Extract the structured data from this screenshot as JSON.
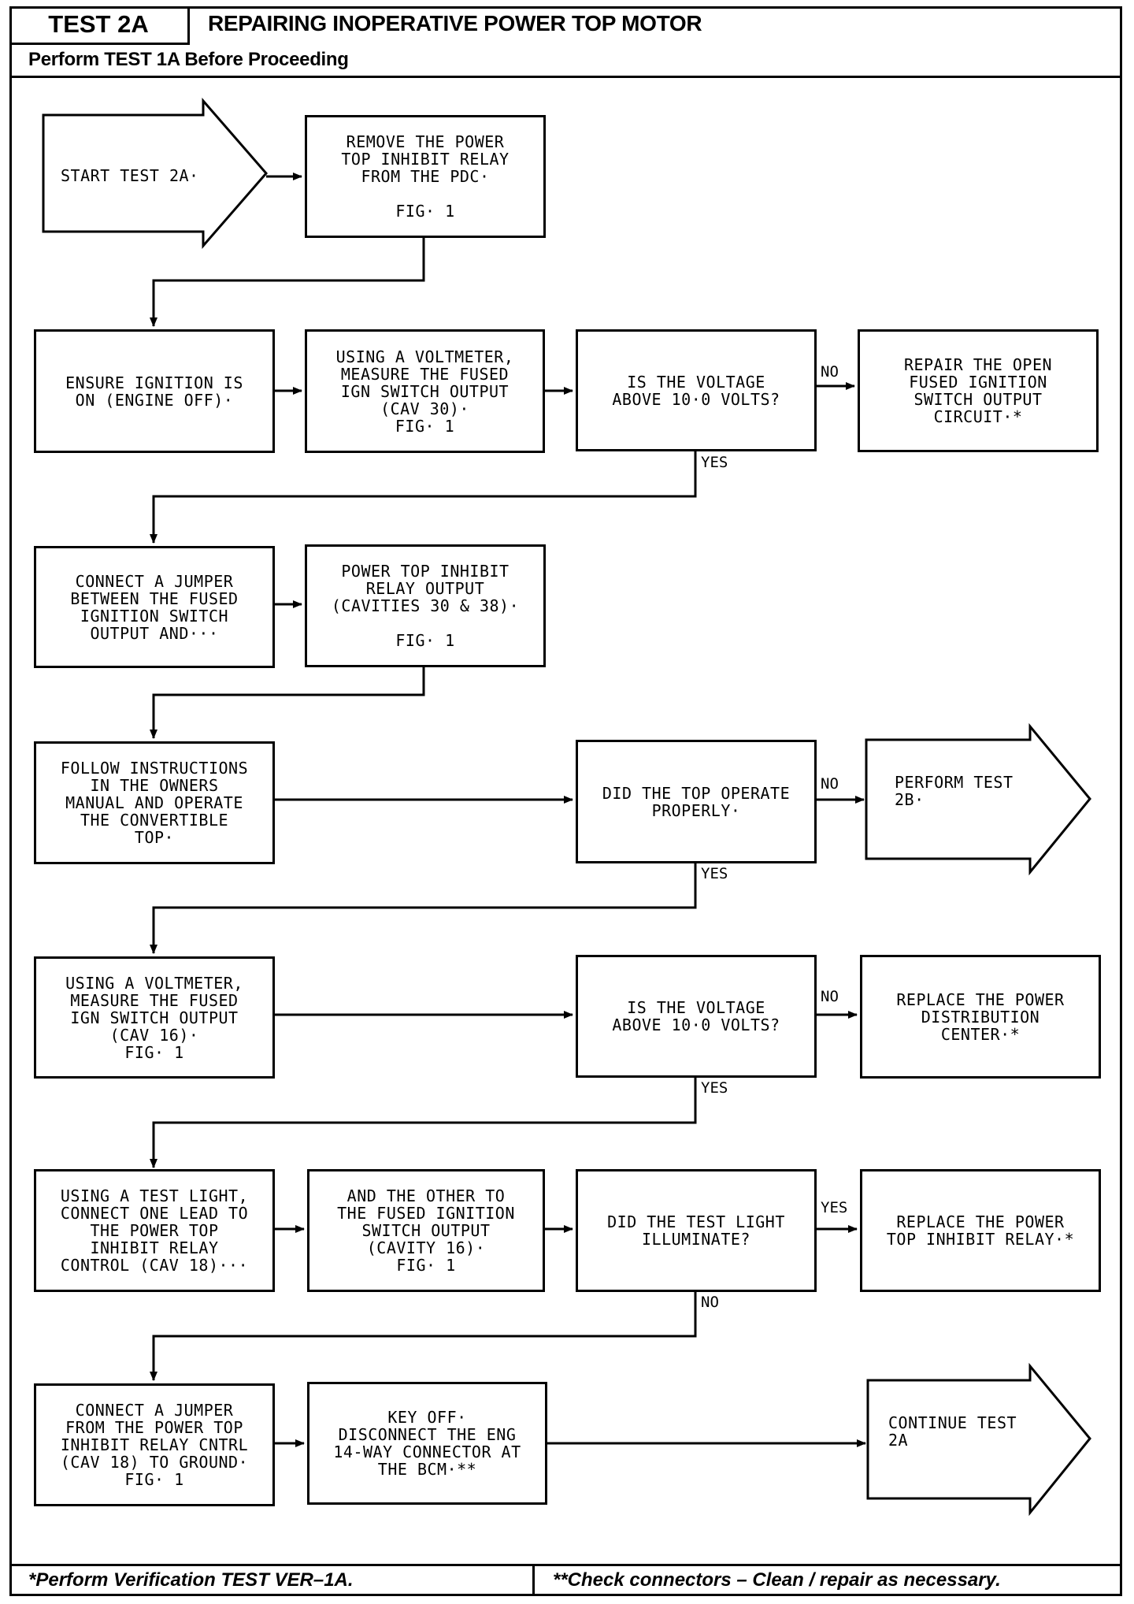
{
  "header": {
    "test_id": "TEST 2A",
    "title": "REPAIRING INOPERATIVE POWER TOP MOTOR",
    "subtitle": "Perform TEST 1A Before Proceeding"
  },
  "footer": {
    "left_note": "*Perform Verification TEST VER–1A.",
    "right_note": "**Check connectors – Clean / repair as necessary."
  },
  "steps": {
    "start": "START TEST 2A·",
    "remove_relay": "REMOVE THE POWER\nTOP INHIBIT RELAY\nFROM THE PDC·\n\nFIG· 1",
    "ensure_ignition": "ENSURE IGNITION IS\nON (ENGINE OFF)·",
    "measure_cav30": "USING A VOLTMETER,\nMEASURE THE FUSED\nIGN SWITCH OUTPUT\n(CAV 30)·\nFIG· 1",
    "q_voltage_1": "IS THE VOLTAGE\nABOVE 10·0 VOLTS?",
    "repair_open": "REPAIR THE OPEN\nFUSED IGNITION\nSWITCH OUTPUT\nCIRCUIT·*",
    "connect_jumper_1": "CONNECT A JUMPER\nBETWEEN THE FUSED\nIGNITION SWITCH\nOUTPUT AND···",
    "relay_output": "POWER TOP INHIBIT\nRELAY OUTPUT\n(CAVITIES 30 & 38)·\n\nFIG· 1",
    "follow_instructions": "FOLLOW INSTRUCTIONS\nIN THE OWNERS\nMANUAL AND OPERATE\nTHE CONVERTIBLE\nTOP·",
    "q_top_operate": "DID THE TOP OPERATE\nPROPERLY·",
    "perform_2b": "PERFORM TEST\n2B·",
    "measure_cav16": "USING A VOLTMETER,\nMEASURE THE FUSED\nIGN SWITCH OUTPUT\n(CAV 16)·\nFIG· 1",
    "q_voltage_2": "IS THE VOLTAGE\nABOVE 10·0 VOLTS?",
    "replace_pdc": "REPLACE THE POWER\nDISTRIBUTION\nCENTER·*",
    "test_light": "USING A TEST LIGHT,\nCONNECT ONE LEAD TO\nTHE POWER TOP\nINHIBIT RELAY\nCONTROL (CAV 18)···",
    "other_lead": "AND THE OTHER TO\nTHE FUSED IGNITION\nSWITCH OUTPUT\n(CAVITY 16)·\nFIG· 1",
    "q_light": "DID THE TEST LIGHT\nILLUMINATE?",
    "replace_relay": "REPLACE THE POWER\nTOP INHIBIT RELAY·*",
    "connect_jumper_2": "CONNECT A JUMPER\nFROM THE POWER TOP\nINHIBIT RELAY CNTRL\n(CAV 18) TO GROUND·\nFIG· 1",
    "key_off": "KEY OFF·\nDISCONNECT THE ENG\n14-WAY CONNECTOR AT\nTHE BCM·**",
    "continue_2a": "CONTINUE TEST\n2A"
  },
  "labels": {
    "yes": "YES",
    "no": "NO"
  }
}
